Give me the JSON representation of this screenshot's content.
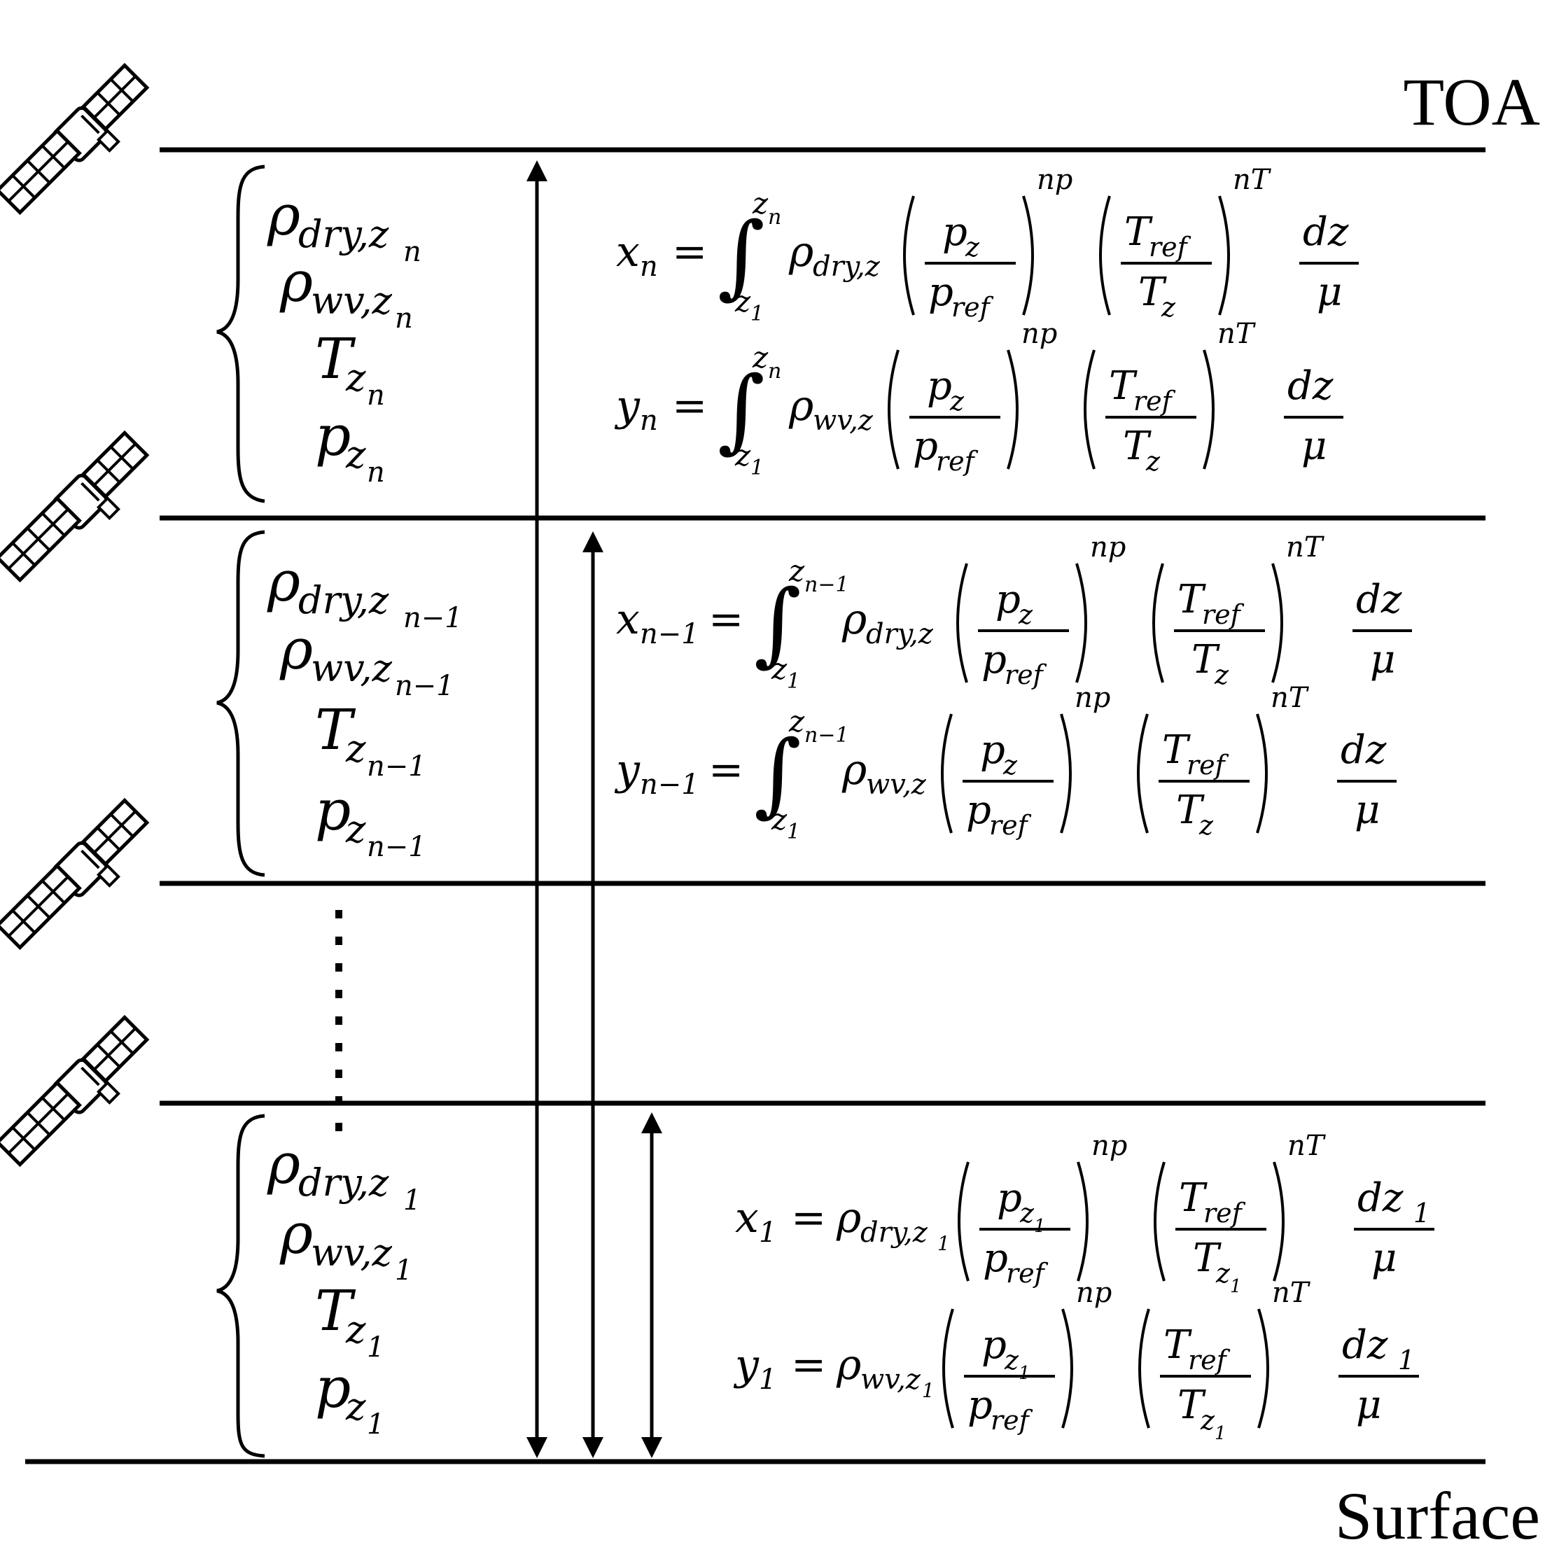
{
  "labels": {
    "top": "TOA",
    "bottom": "Surface"
  },
  "style": {
    "line_color": "#000000",
    "background": "#ffffff"
  },
  "icons": [
    "satellite-icon",
    "satellite-icon",
    "satellite-icon",
    "satellite-icon"
  ],
  "layers": [
    {
      "id": "layer-n",
      "brace_items": [
        {
          "base": "ρ",
          "sub": "dry,z",
          "subsub": "n"
        },
        {
          "base": "ρ",
          "sub": "wv,z",
          "subsub": "n"
        },
        {
          "base": "T",
          "sub": "z",
          "subsub": "n"
        },
        {
          "base": "p",
          "sub": "z",
          "subsub": "n"
        }
      ],
      "equations": [
        {
          "lhs": "x",
          "lhs_sub": "n",
          "type": "integral",
          "upper": "z",
          "upper_sub": "n",
          "lower": "z",
          "lower_sub": "1",
          "rho_sub": "dry,z"
        },
        {
          "lhs": "y",
          "lhs_sub": "n",
          "type": "integral",
          "upper": "z",
          "upper_sub": "n",
          "lower": "z",
          "lower_sub": "1",
          "rho_sub": "wv,z"
        }
      ]
    },
    {
      "id": "layer-n-1",
      "brace_items": [
        {
          "base": "ρ",
          "sub": "dry,z",
          "subsub": "n−1"
        },
        {
          "base": "ρ",
          "sub": "wv,z",
          "subsub": "n−1"
        },
        {
          "base": "T",
          "sub": "z",
          "subsub": "n−1"
        },
        {
          "base": "p",
          "sub": "z",
          "subsub": "n−1"
        }
      ],
      "equations": [
        {
          "lhs": "x",
          "lhs_sub": "n−1",
          "type": "integral",
          "upper": "z",
          "upper_sub": "n−1",
          "lower": "z",
          "lower_sub": "1",
          "rho_sub": "dry,z"
        },
        {
          "lhs": "y",
          "lhs_sub": "n−1",
          "type": "integral",
          "upper": "z",
          "upper_sub": "n−1",
          "lower": "z",
          "lower_sub": "1",
          "rho_sub": "wv,z"
        }
      ]
    },
    {
      "id": "layer-1",
      "brace_items": [
        {
          "base": "ρ",
          "sub": "dry,z",
          "subsub": "1"
        },
        {
          "base": "ρ",
          "sub": "wv,z",
          "subsub": "1"
        },
        {
          "base": "T",
          "sub": "z",
          "subsub": "1"
        },
        {
          "base": "p",
          "sub": "z",
          "subsub": "1"
        }
      ],
      "equations": [
        {
          "lhs": "x",
          "lhs_sub": "1",
          "type": "direct",
          "rho_sub": "dry,z",
          "rho_subsub": "1",
          "pz_sub": "1",
          "tz_sub": "1",
          "dz_sub": "1"
        },
        {
          "lhs": "y",
          "lhs_sub": "1",
          "type": "direct",
          "rho_sub": "wv,z",
          "rho_subsub": "1",
          "pz_sub": "1",
          "tz_sub": "1",
          "dz_sub": "1"
        }
      ]
    }
  ],
  "shared_terms": {
    "equals": "=",
    "integral": "∫",
    "p": "p",
    "p_sub": "z",
    "p_ref": "p",
    "p_ref_sub": "ref",
    "T_ref": "T",
    "T_ref_sub": "ref",
    "T": "T",
    "T_sub": "z",
    "exp_p": "np",
    "exp_T": "nT",
    "dz": "dz",
    "mu": "μ",
    "ellipsis": "⋮"
  }
}
